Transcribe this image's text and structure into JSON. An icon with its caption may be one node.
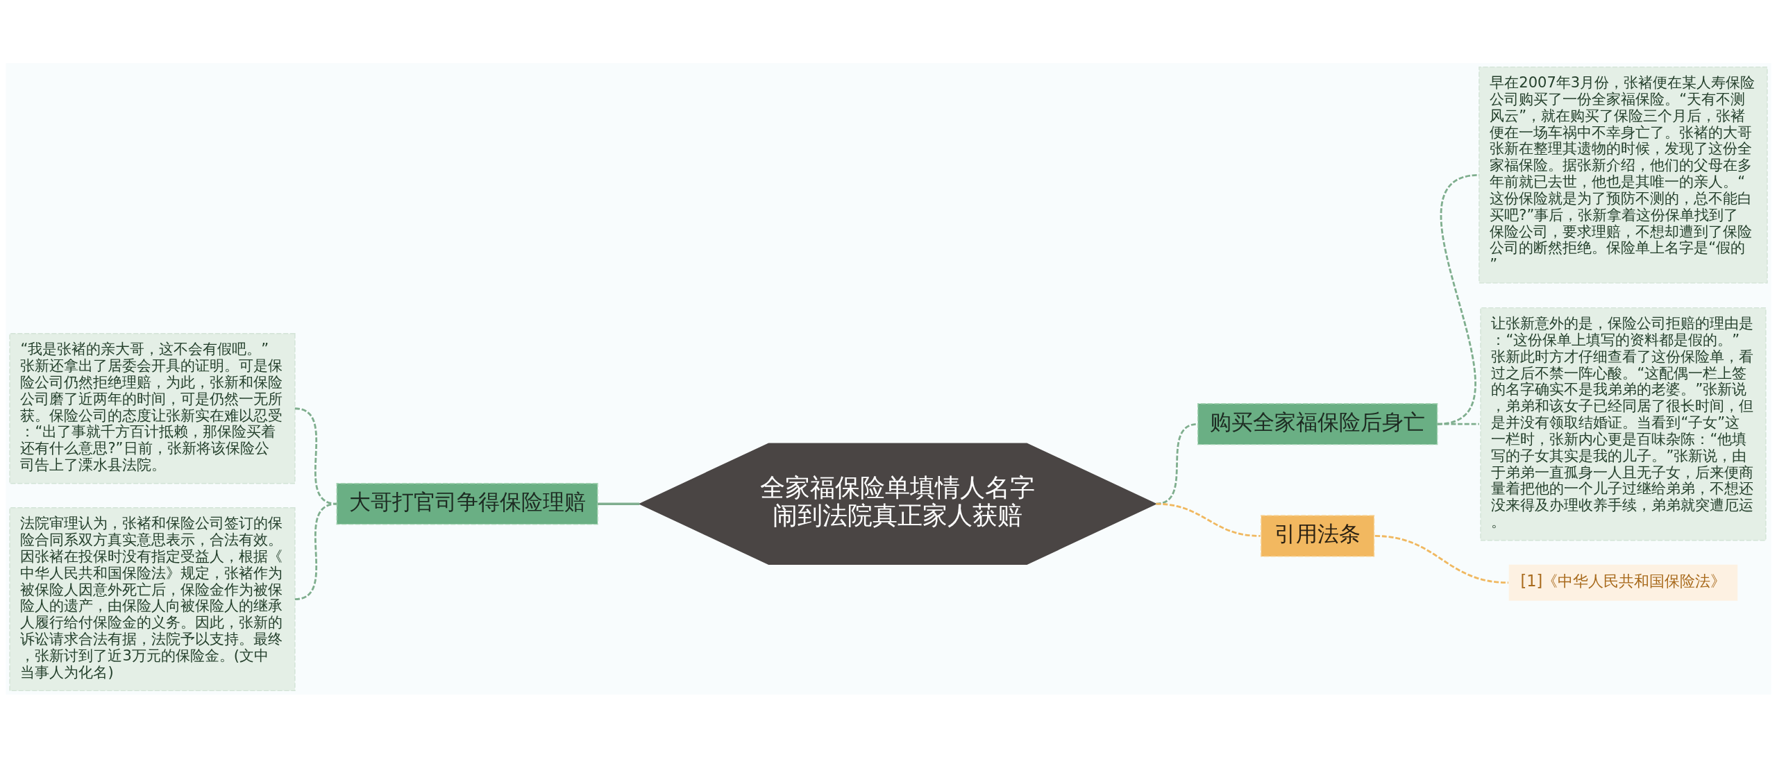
{
  "diagram": {
    "nodes": [
      {
        "text": [
          "全家福保险单填情人名字闹到法院真正家人获赔"
        ]
      },
      {
        "text": [
          "购买全家福保险后身亡"
        ]
      },
      {
        "text": [
          "早在2007年3月份，张褚便在某人寿保险公司购买了一份全家福保险。“天有不测风云”，就在购买了保险三个月后，张褚便在一场车祸中不幸身亡了。张褚的大哥张新在整理其遗物的时候，发现了这份全家福保险。据张新介绍，他们的父母在多年前就已去世，他也是其唯一的亲人。“这份保险就是为了预防不测的，总不能白买吧?”事后，张新拿着这份保单找到了保险公司，要求理赔，不想却遭到了保险公司的断然拒绝。保险单上名字是“假的”"
        ]
      },
      {
        "text": [
          "让张新意外的是，保险公司拒赔的理由是：“这份保单上填写的资料都是假的。”张新此时方才仔细查看了这份保险单，看过之后不禁一阵心酸。“这配偶一栏上签的名字确实不是我弟弟的老婆。”张新说，弟弟和该女子已经同居了很长时间，但是并没有领取结婚证。当看到“子女”这一栏时，张新内心更是百味杂陈：“他填写的子女其实是我的儿子。”张新说，由于弟弟一直孤身一人且无子女，后来便商量着把他的一个儿子过继给弟弟，不想还没来得及办理收养手续，弟弟就突遭厄运。"
        ]
      },
      {
        "text": [
          "引用法条"
        ]
      },
      {
        "text": [
          "[1]《中华人民共和国保险法》"
        ]
      },
      {
        "text": [
          "大哥打官司争得保险理赔"
        ]
      },
      {
        "text": [
          "“我是张褚的亲大哥，这不会有假吧。”张新还拿出了居委会开具的证明。可是保险公司仍然拒绝理赔，为此，张新和保险公司磨了近两年的时间，可是仍然一无所获。保险公司的态度让张新实在难以忍受：“出了事就千方百计抵赖，那保险买着还有什么意思?”日前，张新将该保险公司告上了溧水县法院。"
        ]
      },
      {
        "text": [
          "法院审理认为，张褚和保险公司签订的保险合同系双方真实意思表示，合法有效。因张褚在投保时没有指定受益人，根据《中华人民共和国保险法》规定，张褚作为被保险人因意外死亡后，保险金作为被保险人的遗产，由保险人向被保险人的继承人履行给付保险金的义务。因此，张新的诉讼请求合法有据，法院予以支持。最终，张新讨到了近3万元的保险金。(文中当事人为化名)"
        ]
      }
    ],
    "edges": [
      {
        "from": 0,
        "to": 1,
        "arrow": "none",
        "style": "dashed"
      },
      {
        "from": 1,
        "to": 2,
        "arrow": "none",
        "style": "dashed"
      },
      {
        "from": 1,
        "to": 3,
        "arrow": "none",
        "style": "dashed"
      },
      {
        "from": 0,
        "to": 4,
        "arrow": "none",
        "style": "dashed",
        "color": "#f0b860"
      },
      {
        "from": 4,
        "to": 5,
        "arrow": "none",
        "style": "dashed",
        "color": "#f0b860"
      },
      {
        "from": 6,
        "to": 0,
        "arrow": "none"
      },
      {
        "from": 7,
        "to": 6,
        "arrow": "none",
        "style": "dashed"
      },
      {
        "from": 8,
        "to": 6,
        "arrow": "none",
        "style": "dashed"
      }
    ]
  }
}
